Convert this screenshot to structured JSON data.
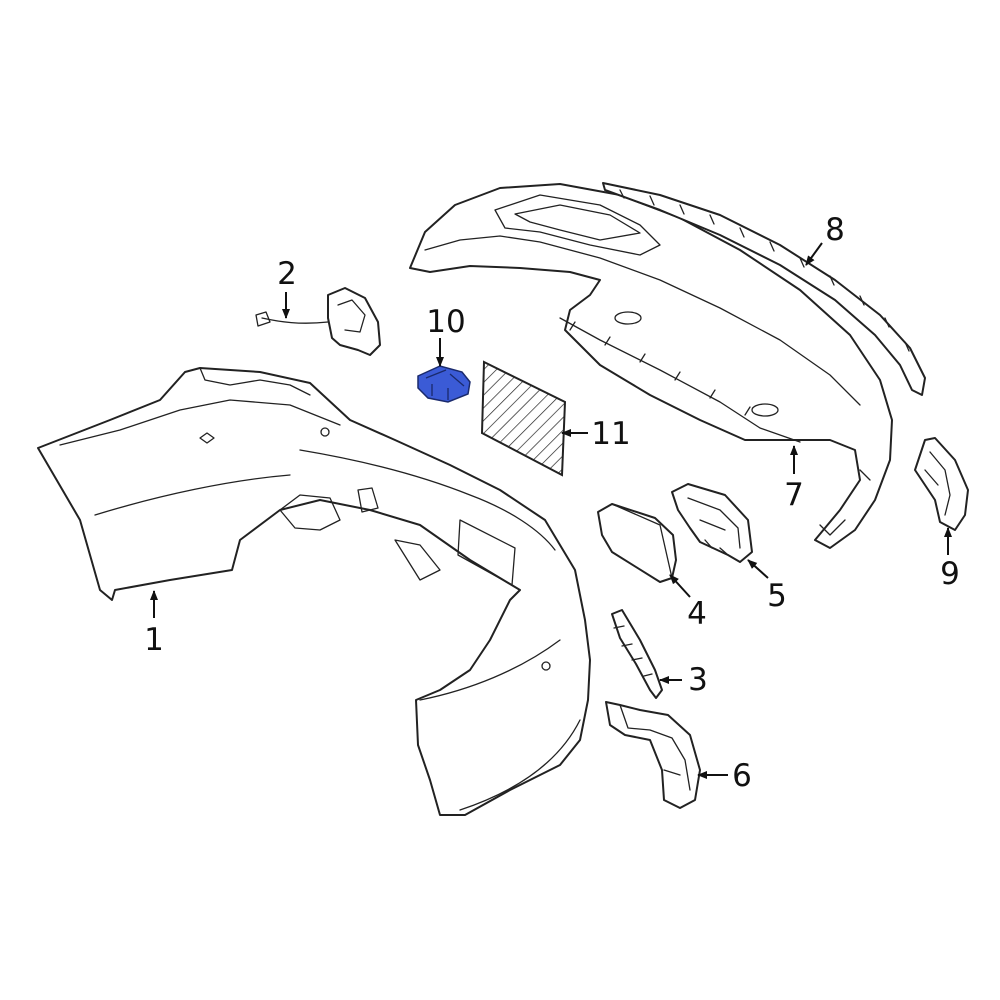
{
  "diagram": {
    "highlight_color": "#3b5bd6",
    "line_color": "#222222",
    "callouts": [
      {
        "id": "1",
        "text": "1"
      },
      {
        "id": "2",
        "text": "2"
      },
      {
        "id": "3",
        "text": "3"
      },
      {
        "id": "4",
        "text": "4"
      },
      {
        "id": "5",
        "text": "5"
      },
      {
        "id": "6",
        "text": "6"
      },
      {
        "id": "7",
        "text": "7"
      },
      {
        "id": "8",
        "text": "8"
      },
      {
        "id": "9",
        "text": "9"
      },
      {
        "id": "10",
        "text": "10"
      },
      {
        "id": "11",
        "text": "11"
      }
    ]
  }
}
